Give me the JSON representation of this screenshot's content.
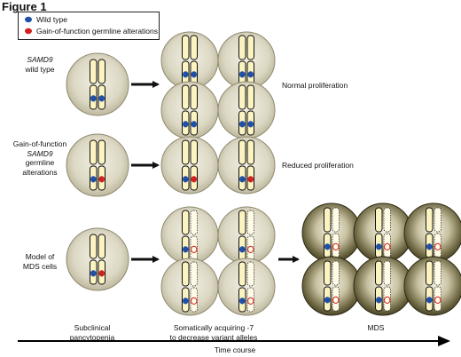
{
  "figure_title": "Figure 1",
  "legend": {
    "wild_type": "Wild type",
    "gain_of_function": "Gain-of-function germline alterations"
  },
  "rows": [
    {
      "label_lines": [
        "SAMD9",
        "wild type"
      ],
      "italic_first": true,
      "outcome": "Normal proliferation"
    },
    {
      "label_lines": [
        "Gain-of-function",
        "SAMD9",
        "germline",
        "alterations"
      ],
      "outcome": "Reduced proliferation"
    },
    {
      "label_lines": [
        "Model of",
        "MDS cells"
      ]
    }
  ],
  "stages": {
    "subclinical": [
      "Subclinical",
      "pancytopenia"
    ],
    "somatic": [
      "Somatically acquiring -7",
      "to decrease variant alleles"
    ],
    "mds": "MDS"
  },
  "axis_label": "Time course",
  "colors": {
    "wild_type_dot": "#1f4fa8",
    "variant_dot": "#d21f1f",
    "cell_light": "#dcd8c4",
    "cell_dark": "#4f4a2c",
    "chromosome": "#fbf3c0"
  }
}
